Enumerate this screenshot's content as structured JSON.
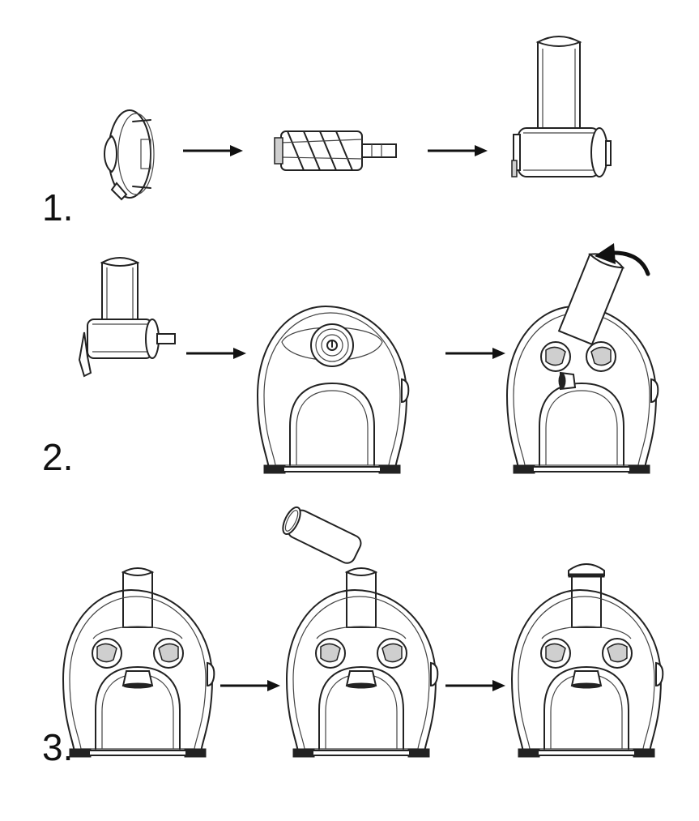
{
  "steps": [
    {
      "label": "1."
    },
    {
      "label": "2."
    },
    {
      "label": "3."
    }
  ],
  "colors": {
    "line": "#222222",
    "background": "#ffffff",
    "shade": "#cfcfcf"
  },
  "icons": [
    "end-cap-part",
    "grating-drum",
    "feed-chute-assembly",
    "machine-base",
    "rotate-arrow",
    "pusher-insert"
  ]
}
